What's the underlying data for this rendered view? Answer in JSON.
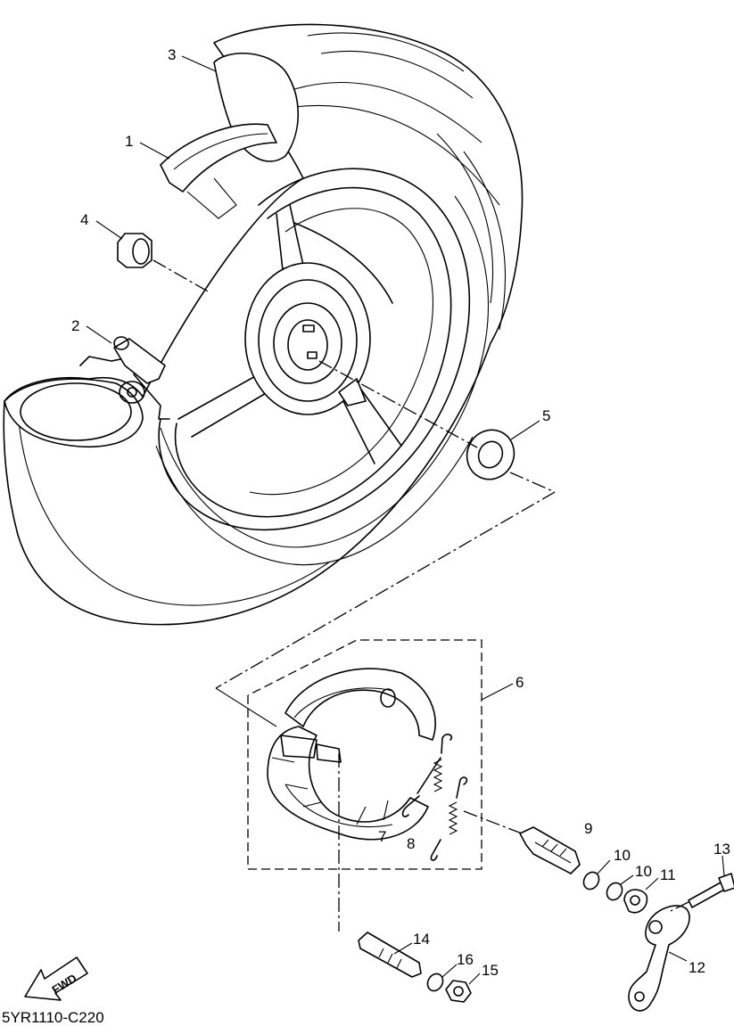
{
  "diagram": {
    "part_numbers": {
      "p1": "1",
      "p2": "2",
      "p3": "3",
      "p4": "4",
      "p5": "5",
      "p6": "6",
      "p7": "7",
      "p8": "8",
      "p9": "9",
      "p10a": "10",
      "p10b": "10",
      "p11": "11",
      "p12": "12",
      "p13": "13",
      "p14": "14",
      "p15": "15",
      "p16": "16"
    },
    "fwd_label": "FWD",
    "drawing_code": "5YR1110-C220"
  }
}
